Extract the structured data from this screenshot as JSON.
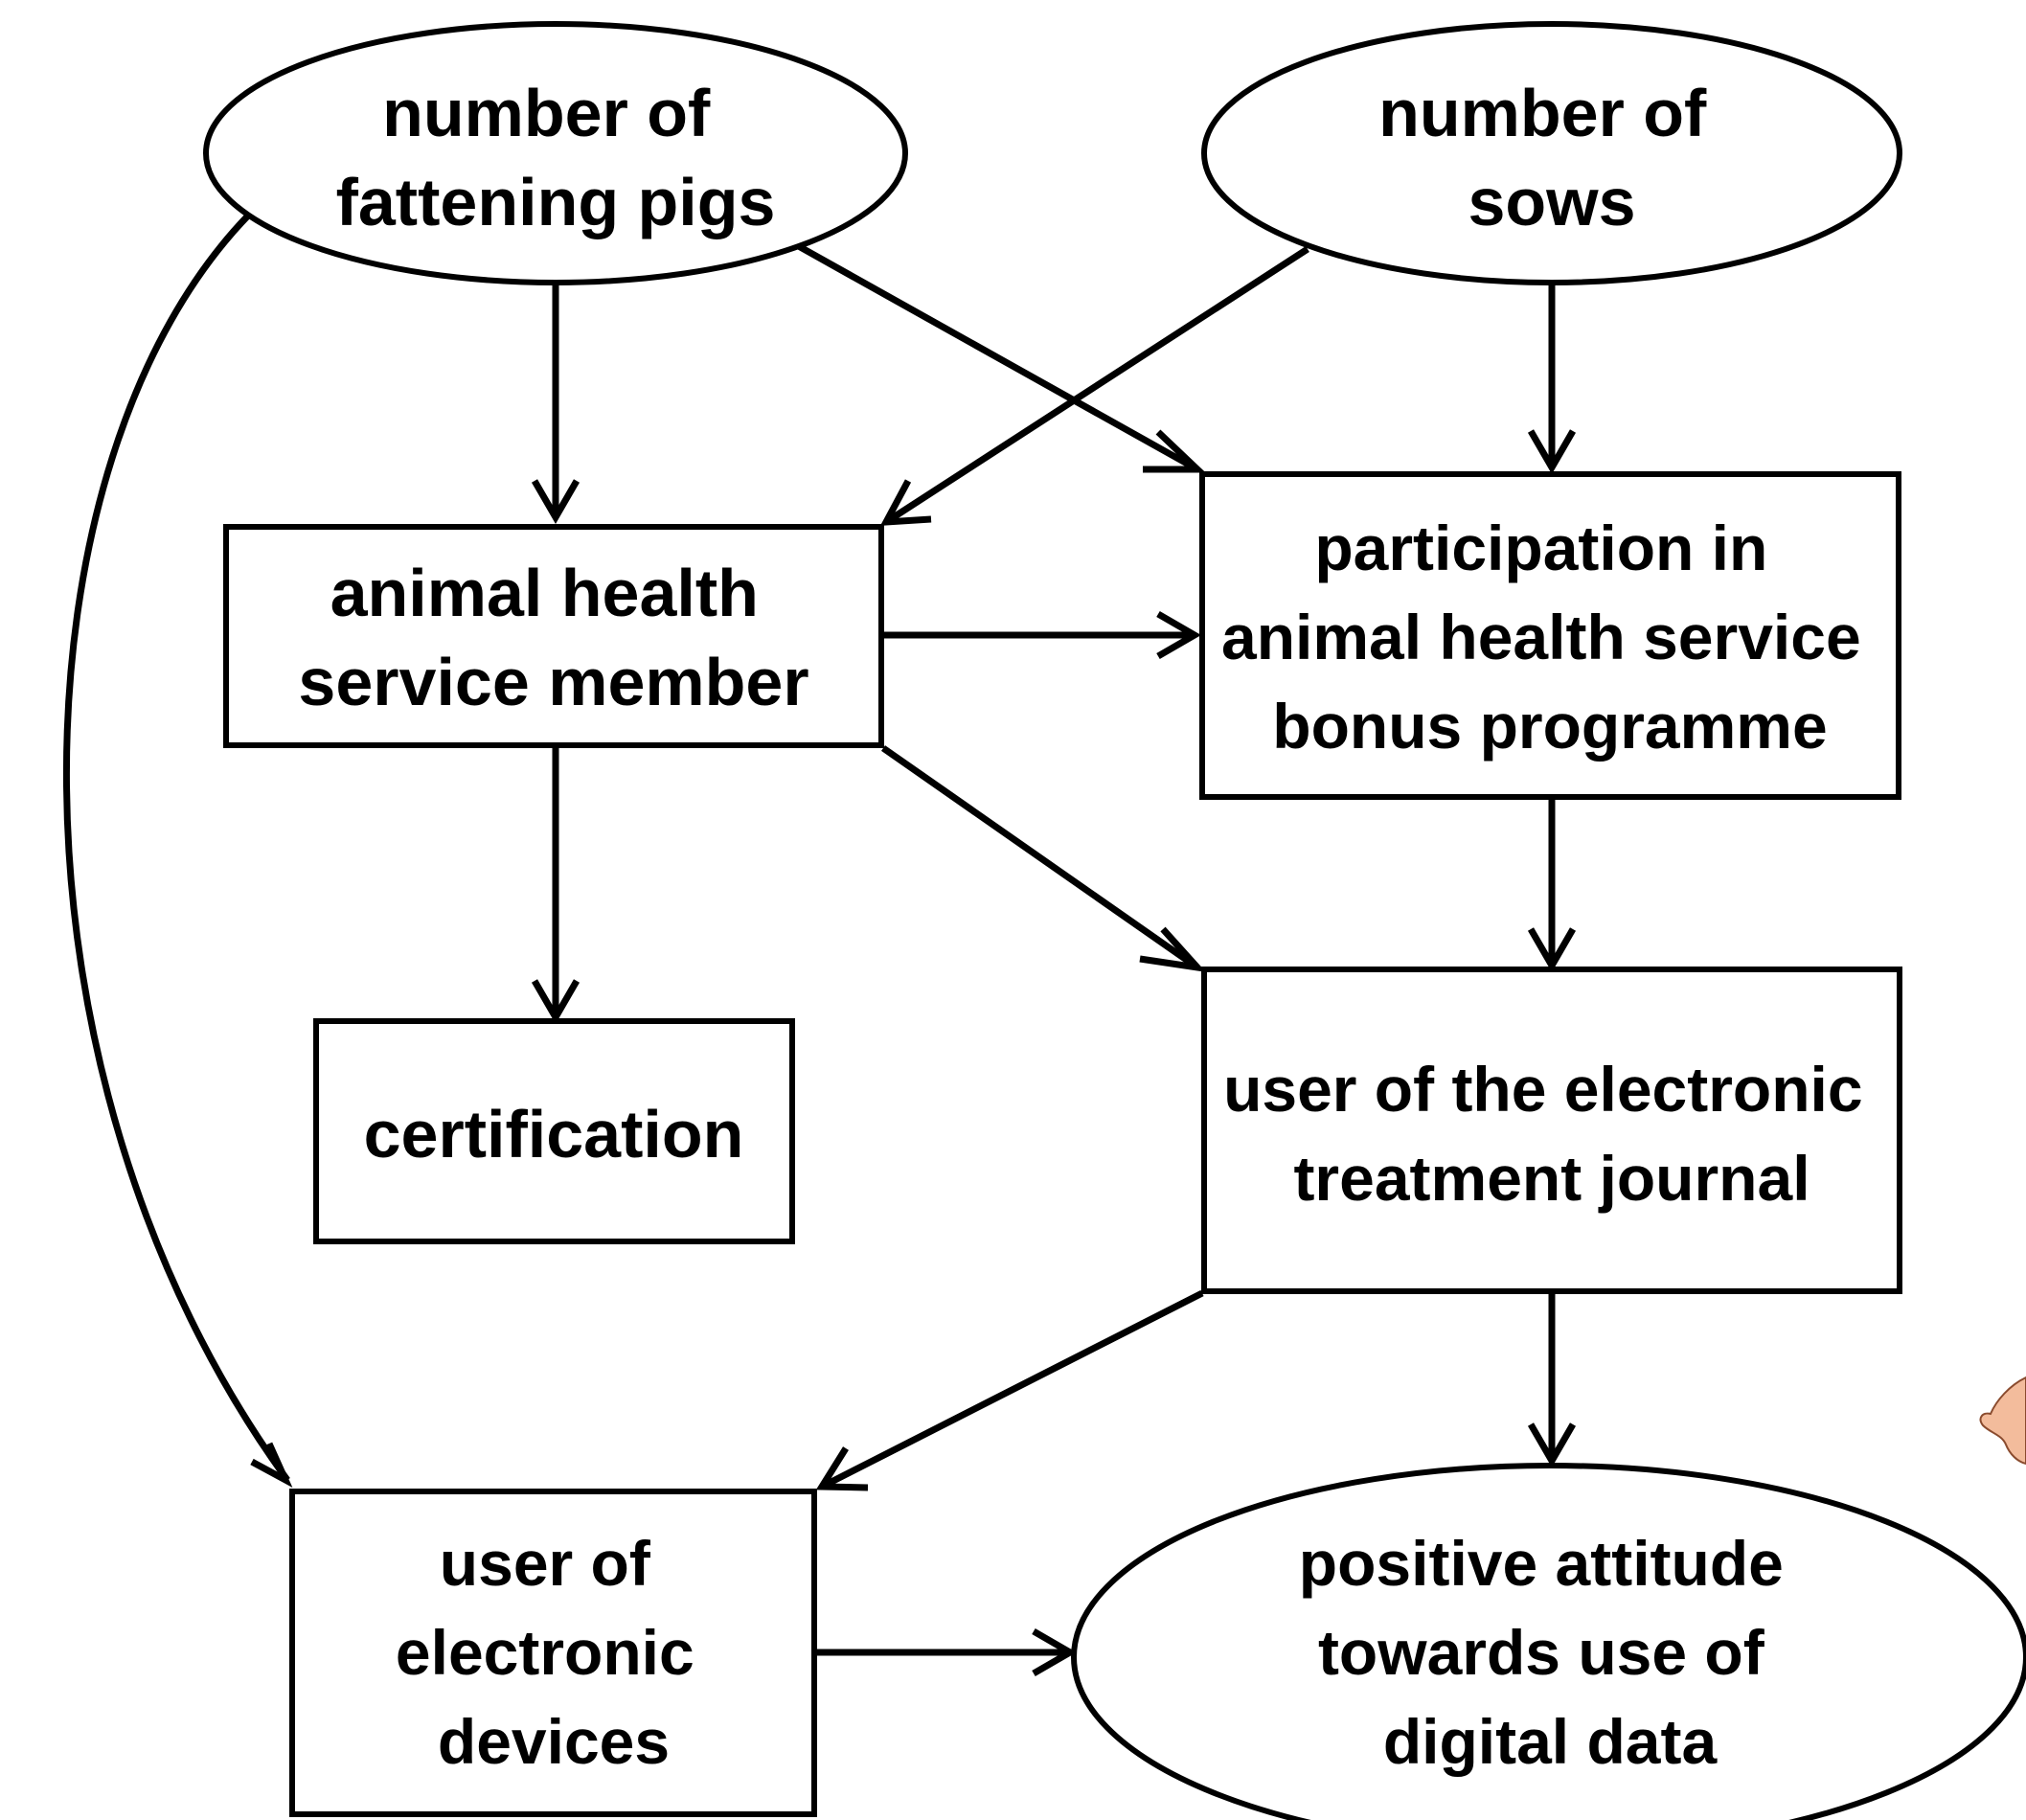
{
  "diagram": {
    "nodes": {
      "fattening_pigs": {
        "shape": "ellipse",
        "lines": [
          "number of",
          "fattening pigs"
        ]
      },
      "sows": {
        "shape": "ellipse",
        "lines": [
          "number of",
          "sows"
        ]
      },
      "ahs_member": {
        "shape": "rectangle",
        "lines": [
          "animal health",
          "service member"
        ]
      },
      "bonus_programme": {
        "shape": "rectangle",
        "lines": [
          "participation in",
          "animal health service",
          "bonus programme"
        ]
      },
      "certification": {
        "shape": "rectangle",
        "lines": [
          "certification"
        ]
      },
      "treatment_journal": {
        "shape": "rectangle",
        "lines": [
          "user of the electronic",
          "treatment journal"
        ]
      },
      "electronic_devices": {
        "shape": "rectangle",
        "lines": [
          "user of",
          "electronic",
          "devices"
        ]
      },
      "positive_attitude": {
        "shape": "ellipse",
        "lines": [
          "positive attitude",
          "towards use of",
          "digital data"
        ]
      }
    },
    "edges": [
      {
        "from": "fattening_pigs",
        "to": "ahs_member"
      },
      {
        "from": "fattening_pigs",
        "to": "bonus_programme"
      },
      {
        "from": "fattening_pigs",
        "to": "electronic_devices"
      },
      {
        "from": "sows",
        "to": "ahs_member"
      },
      {
        "from": "sows",
        "to": "bonus_programme"
      },
      {
        "from": "ahs_member",
        "to": "bonus_programme"
      },
      {
        "from": "ahs_member",
        "to": "certification"
      },
      {
        "from": "ahs_member",
        "to": "treatment_journal"
      },
      {
        "from": "bonus_programme",
        "to": "treatment_journal"
      },
      {
        "from": "treatment_journal",
        "to": "electronic_devices"
      },
      {
        "from": "treatment_journal",
        "to": "positive_attitude"
      },
      {
        "from": "electronic_devices",
        "to": "positive_attitude"
      }
    ]
  }
}
